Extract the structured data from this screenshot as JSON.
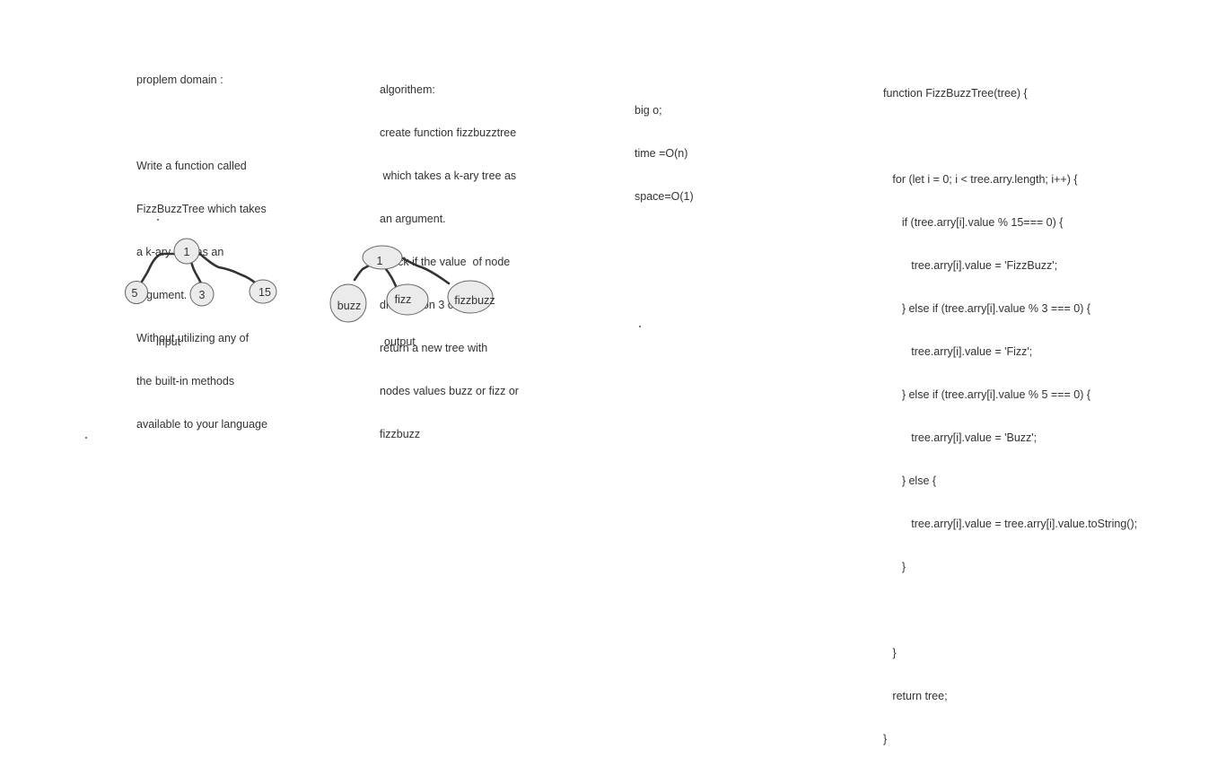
{
  "problem": {
    "heading": "proplem domain :",
    "lines": [
      "Write a function called",
      "FizzBuzzTree which takes",
      "a k-ary tree as an",
      "argument.",
      "Without utilizing any of",
      "the built-in methods",
      "available to your language"
    ]
  },
  "algorithm": {
    "lines": [
      "algorithem:",
      "create function fizzbuzztree",
      " which takes a k-ary tree as",
      "an argument.",
      "check if the value  of node",
      "divisible on 3 or 5",
      "return a new tree with",
      "nodes values buzz or fizz or",
      "fizzbuzz"
    ]
  },
  "complexity": {
    "lines": [
      "big o;",
      "time =O(n)",
      "space=O(1)"
    ]
  },
  "code": {
    "lines": [
      "function FizzBuzzTree(tree) {",
      "",
      "   for (let i = 0; i < tree.arry.length; i++) {",
      "      if (tree.arry[i].value % 15=== 0) {",
      "         tree.arry[i].value = 'FizzBuzz';",
      "      } else if (tree.arry[i].value % 3 === 0) {",
      "         tree.arry[i].value = 'Fizz';",
      "      } else if (tree.arry[i].value % 5 === 0) {",
      "         tree.arry[i].value = 'Buzz';",
      "      } else {",
      "         tree.arry[i].value = tree.arry[i].value.toString();",
      "      }",
      "",
      "   }",
      "   return tree;",
      "}"
    ]
  },
  "input_tree": {
    "caption": "input",
    "root": "1",
    "children": [
      "5",
      "3",
      "15"
    ]
  },
  "output_tree": {
    "caption": "output",
    "root": "1",
    "children": [
      "buzz",
      "fizz",
      "fizzbuzz"
    ]
  },
  "colors": {
    "node_fill": "#ebebeb",
    "node_stroke": "#666666",
    "edge": "#333333",
    "text": "#333333"
  }
}
